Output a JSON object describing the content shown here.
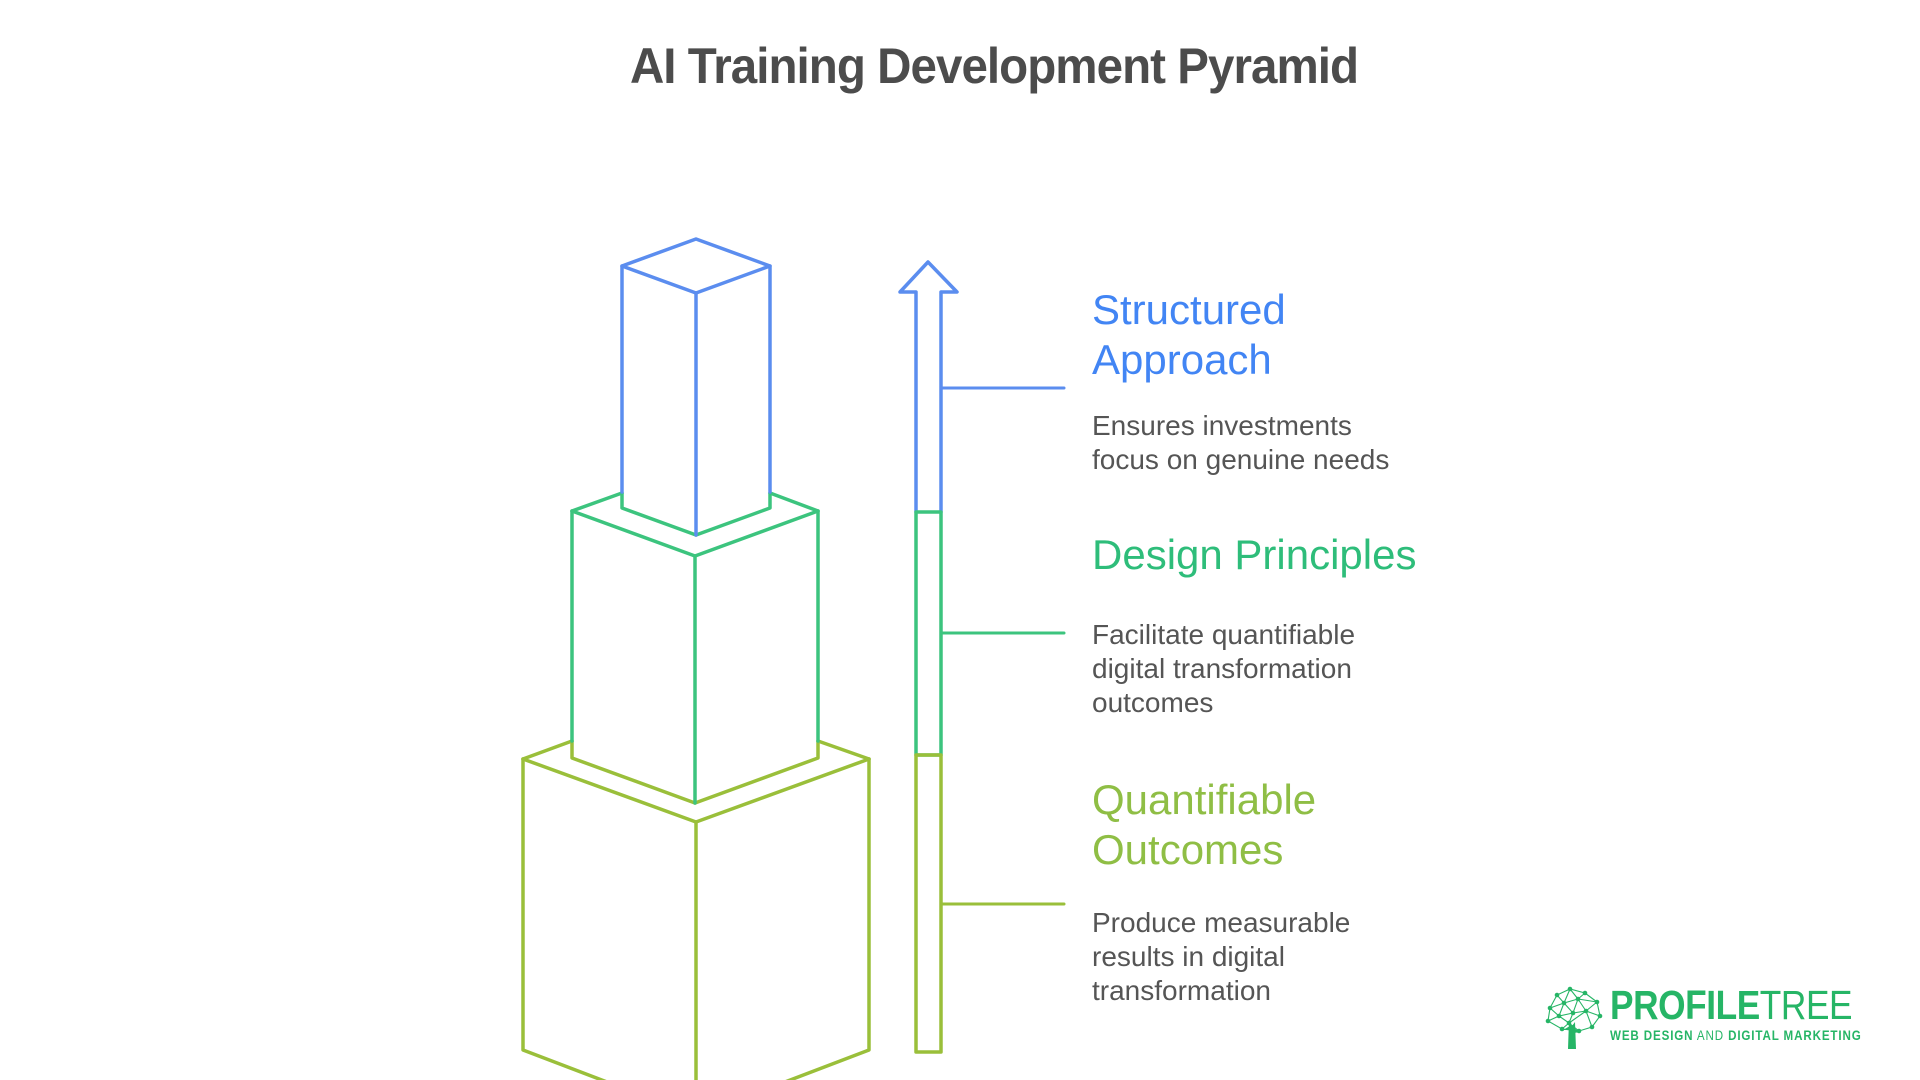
{
  "title": "AI Training Development Pyramid",
  "sections": [
    {
      "id": "structured-approach",
      "heading": "Structured\nApproach",
      "body": "Ensures investments\nfocus on genuine needs",
      "heading_color": "#4285f4"
    },
    {
      "id": "design-principles",
      "heading": "Design Principles",
      "body": "Facilitate quantifiable\ndigital transformation\noutcomes",
      "heading_color": "#2ebd7a"
    },
    {
      "id": "quantifiable-outcomes",
      "heading": "Quantifiable\nOutcomes",
      "body": "Produce measurable\nresults in digital\ntransformation",
      "heading_color": "#8fbe45"
    }
  ],
  "pyramid": {
    "levels": [
      {
        "position": "top",
        "outline_color": "#5b8def"
      },
      {
        "position": "middle",
        "outline_color": "#3cc47e"
      },
      {
        "position": "bottom",
        "outline_color": "#9abf3a"
      }
    ],
    "arrow_segments": [
      {
        "color": "#5b8def"
      },
      {
        "color": "#3cc47e"
      },
      {
        "color": "#9abf3a"
      }
    ]
  },
  "logo": {
    "brand_bold": "PROFILE",
    "brand_light": "TREE",
    "tagline_part1": "WEB DESIGN",
    "tagline_part2": "AND",
    "tagline_part3": "DIGITAL MARKETING",
    "color": "#26b566"
  }
}
